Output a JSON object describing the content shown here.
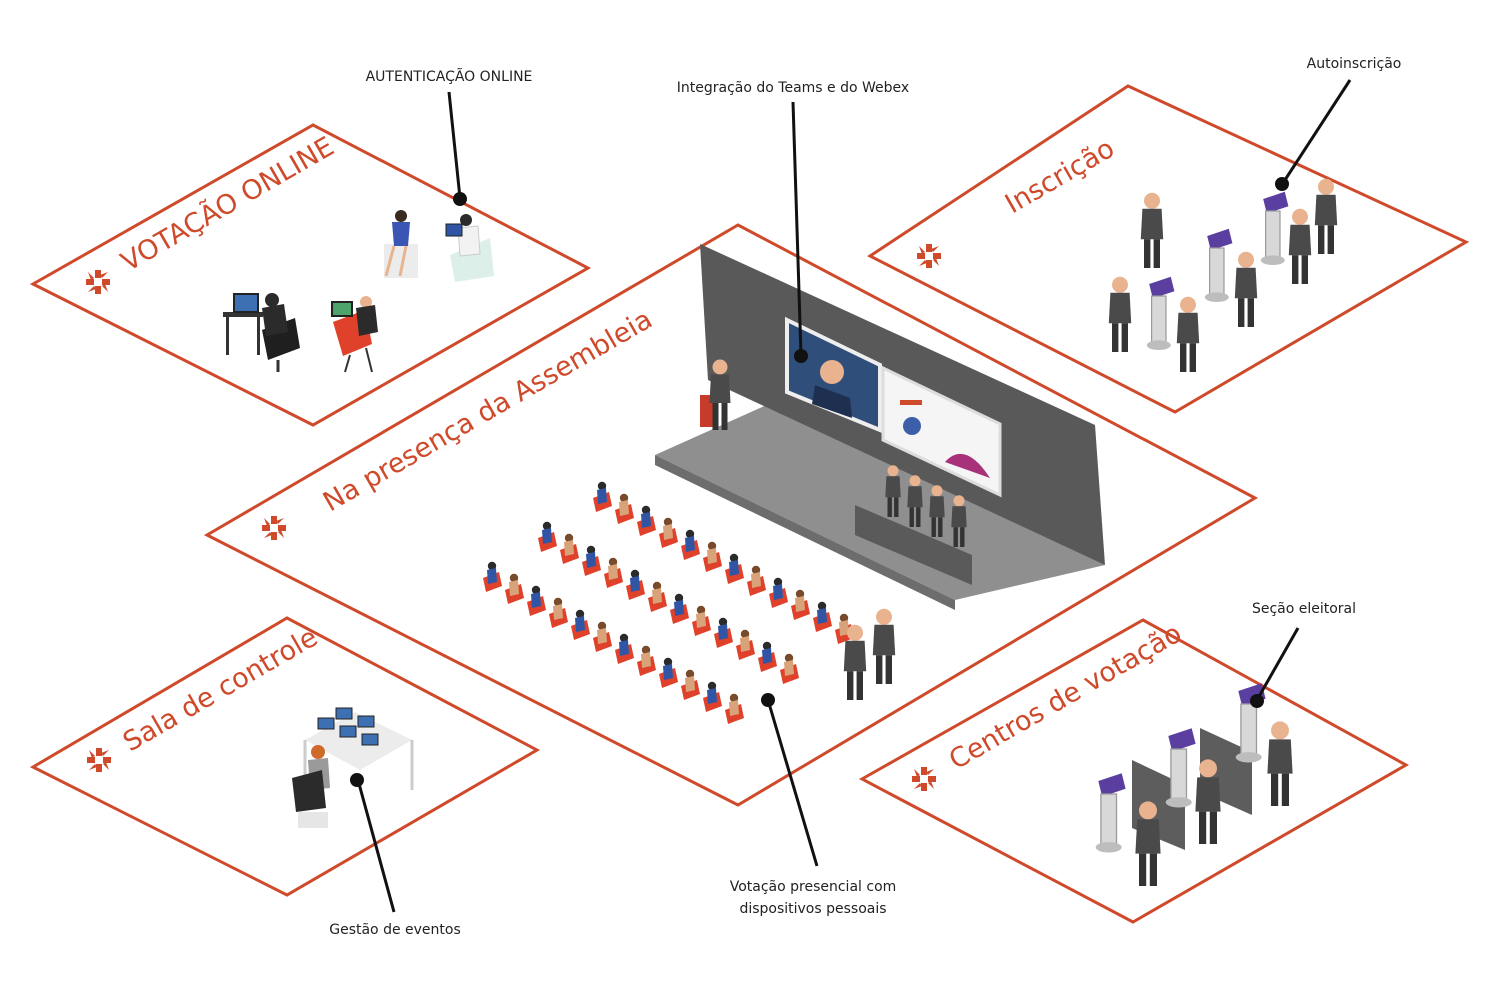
{
  "colors": {
    "accent": "#cf4a2b",
    "ink": "#111111",
    "seat": "#e0412b",
    "screen": "#5d5d5d",
    "floor": "#8a8a8a"
  },
  "zones": {
    "online": {
      "title": "VOTAÇÃO ONLINE",
      "icon": "assembly-logo-icon"
    },
    "assembly": {
      "title": "Na presença da Assembleia",
      "icon": "assembly-logo-icon"
    },
    "registration": {
      "title": "Inscrição",
      "icon": "assembly-logo-icon"
    },
    "control": {
      "title": "Sala de controle",
      "icon": "assembly-logo-icon"
    },
    "voting_centers": {
      "title": "Centros de votação",
      "icon": "assembly-logo-icon"
    }
  },
  "callouts": {
    "online_auth": "AUTENTICAÇÃO ONLINE",
    "teams_webex": "Integração do Teams e do Webex",
    "self_registration": "Autoinscrição",
    "polling_station": "Seção eleitoral",
    "event_management": "Gestão de eventos",
    "in_person_line1": "Votação presencial com",
    "in_person_line2": "dispositivos pessoais"
  }
}
